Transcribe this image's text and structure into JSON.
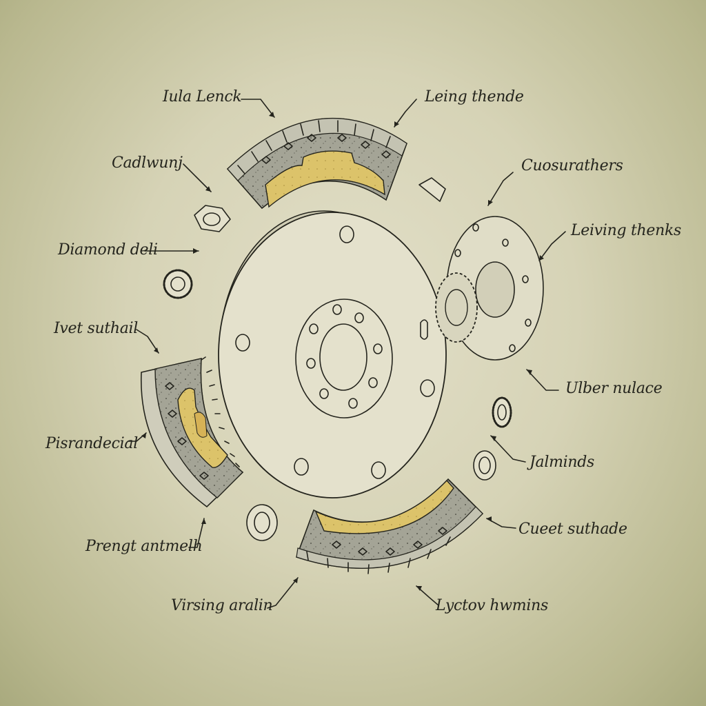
{
  "labels": [
    "Iula Lenck",
    "Leing thende",
    "Cadlwunj",
    "Cuosurathers",
    "Diamond deli",
    "Leiving thenks",
    "Ivet suthail",
    "Ulber nulace",
    "Pisrandecial",
    "Jalminds",
    "Prengt antmelh",
    "Cueet suthade",
    "Virsing aralin",
    "Lyctov hwmins"
  ],
  "colors": {
    "background": "#d6d3b6",
    "ink": "#24241d",
    "friction_gray": "#a4a496",
    "backing_yellow": "#dcc36a",
    "plate_fill": "#e4e1cc"
  }
}
